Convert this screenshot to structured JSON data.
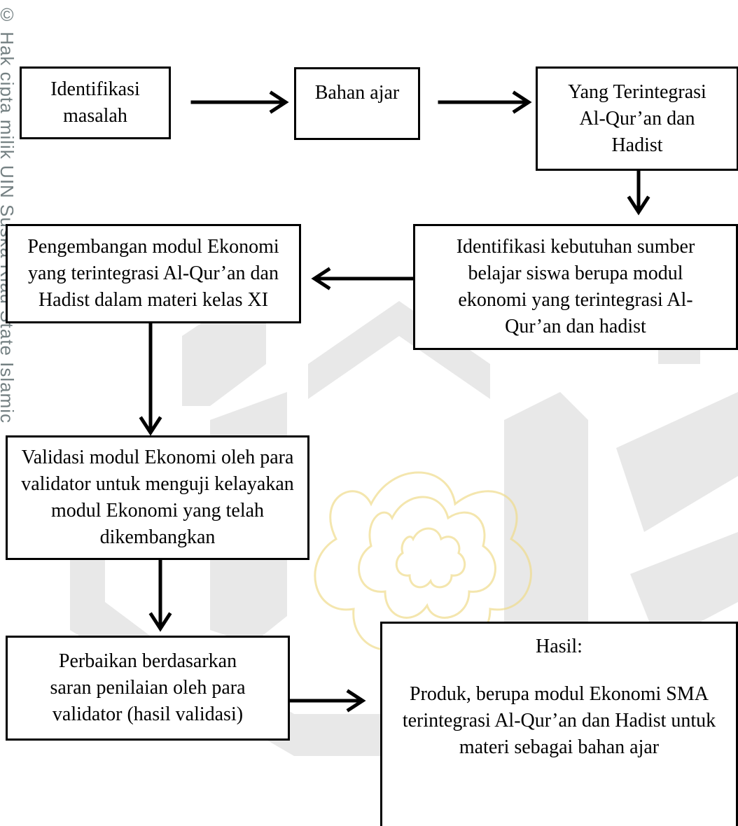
{
  "watermark": {
    "side_text": "© Hak cipta milik UIN Suska Riau State Islamic",
    "pattern_color": "#d0d0d0",
    "emblem_color": "#f3e6a8"
  },
  "diagram": {
    "boxes": {
      "identifikasi_masalah": "Identifikasi masalah",
      "bahan_ajar": "Bahan ajar",
      "terintegrasi": "Yang Terintegrasi Al-Qur’an dan Hadist",
      "identifikasi_kebutuhan": "Identifikasi kebutuhan sumber belajar siswa berupa modul ekonomi yang terintegrasi Al-Qur’an dan hadist",
      "pengembangan": "Pengembangan modul Ekonomi yang terintegrasi Al-Qur’an dan Hadist dalam materi kelas XI",
      "validasi": "Validasi modul Ekonomi oleh para validator untuk menguji kelayakan modul Ekonomi yang telah dikembangkan",
      "perbaikan": "Perbaikan berdasarkan saran penilaian oleh para validator (hasil validasi)",
      "hasil_title": "Hasil:",
      "hasil_body": "Produk, berupa modul Ekonomi SMA terintegrasi Al-Qur’an dan Hadist untuk materi sebagai bahan ajar"
    }
  }
}
